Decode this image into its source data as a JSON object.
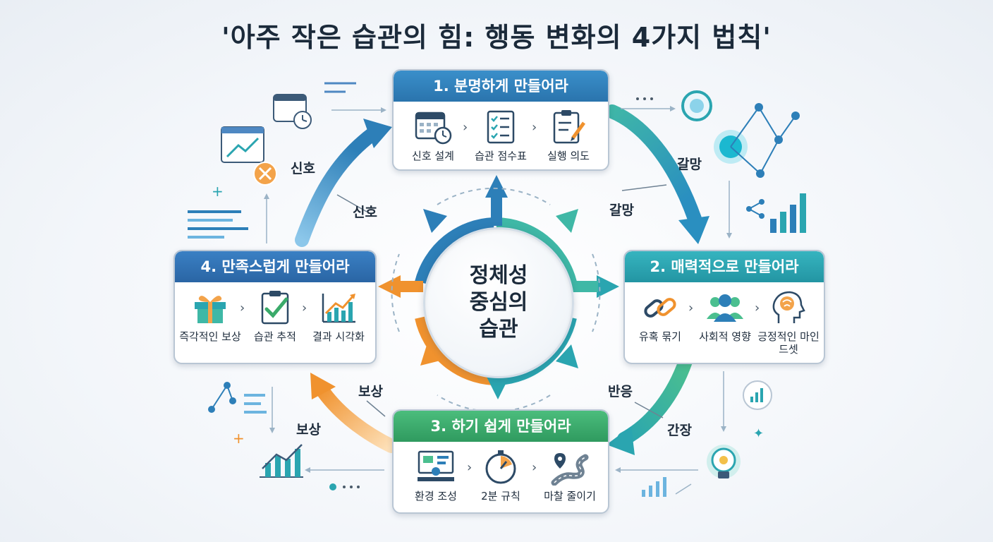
{
  "title": "'아주 작은 습관의 힘: 행동 변화의 4가지 법칙'",
  "center_text": "정체성 중심의 습관",
  "laws": [
    {
      "heading": "1. 분명하게 만들어라",
      "color": "#2d7fb8",
      "items": [
        "신호 설계",
        "습관 점수표",
        "실행 의도"
      ],
      "icons": [
        "calendar-clock-icon",
        "checklist-icon",
        "clipboard-pencil-icon"
      ]
    },
    {
      "heading": "2. 매력적으로 만들어라",
      "color": "#2aa5b0",
      "items": [
        "유혹 묶기",
        "사회적 영향",
        "긍정적인 마인드셋"
      ],
      "icons": [
        "chain-link-icon",
        "people-group-icon",
        "brain-head-icon"
      ]
    },
    {
      "heading": "3. 하기 쉽게 만들어라",
      "color": "#3aaa6a",
      "items": [
        "환경 조성",
        "2분 규칙",
        "마찰 줄이기"
      ],
      "icons": [
        "workspace-icon",
        "stopwatch-icon",
        "winding-road-icon"
      ]
    },
    {
      "heading": "4. 만족스럽게 만들어라",
      "color": "#2d6fb0",
      "items": [
        "즉각적인 보상",
        "습관 추적",
        "결과 시각화"
      ],
      "icons": [
        "gift-icon",
        "clipboard-check-icon",
        "growth-chart-icon"
      ]
    }
  ],
  "flow_labels": {
    "cue_outer": "신호",
    "cue_inner": "신호",
    "craving_outer": "갈망",
    "craving_inner": "갈망",
    "response_inner": "반응",
    "response_outer": "간장",
    "reward_inner": "보상",
    "reward_outer": "보상"
  },
  "colors": {
    "blue": "#2d7fb8",
    "teal": "#2aa5b0",
    "green": "#3aaa6a",
    "orange": "#f0922e"
  }
}
